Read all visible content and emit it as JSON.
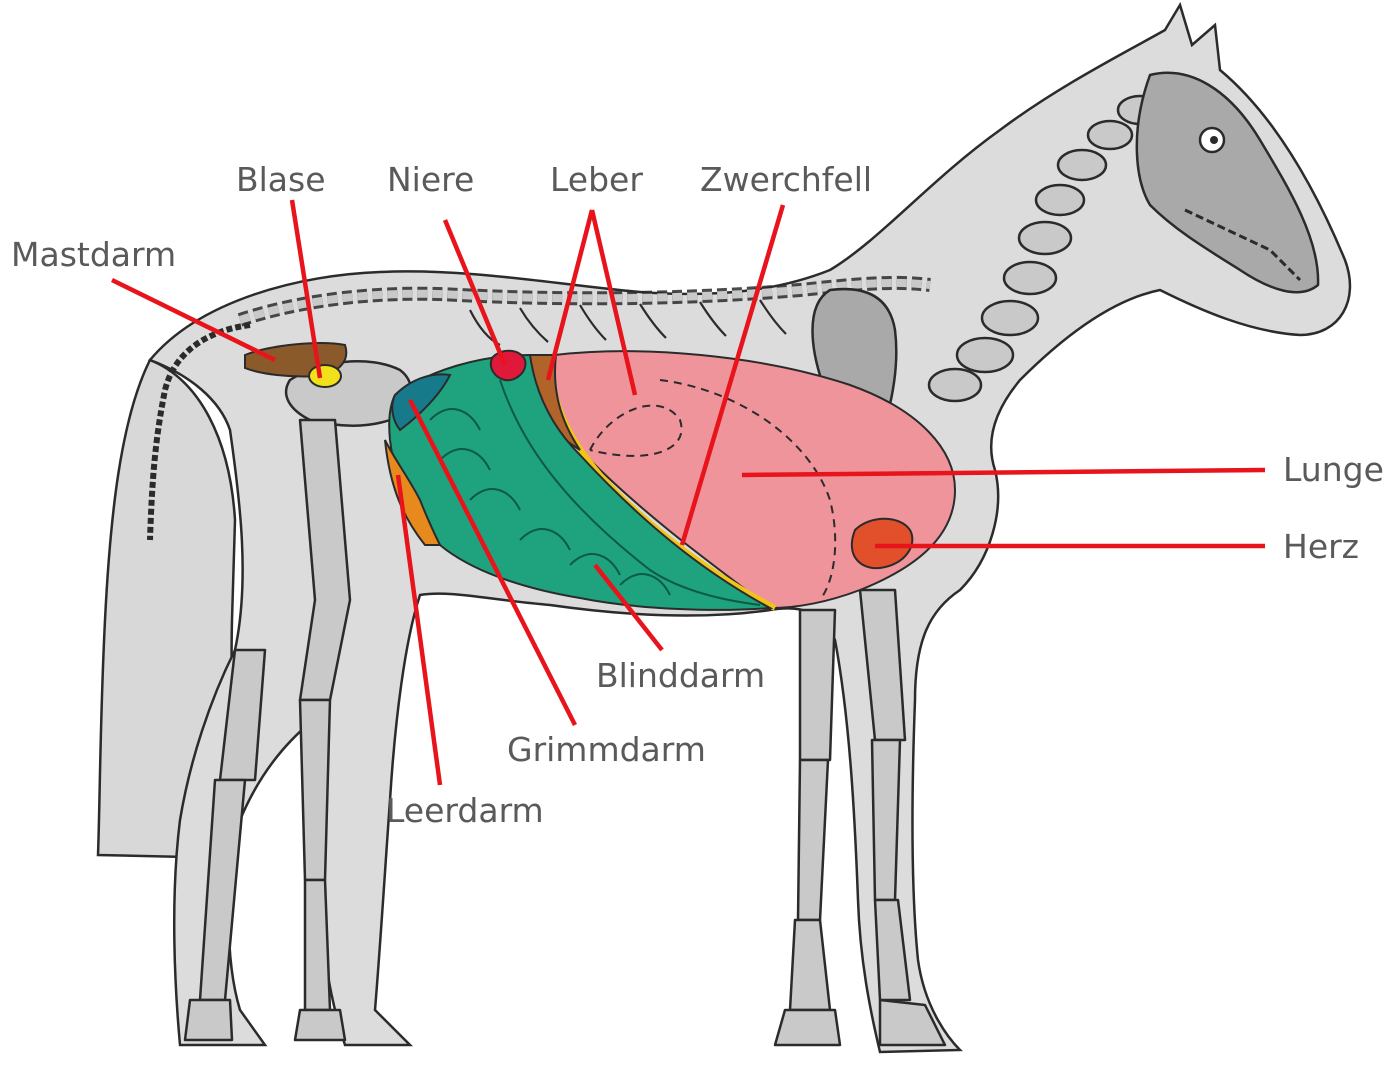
{
  "labels": {
    "mastdarm": "Mastdarm",
    "blase": "Blase",
    "niere": "Niere",
    "leber": "Leber",
    "zwerchfell": "Zwerchfell",
    "lunge": "Lunge",
    "herz": "Herz",
    "blinddarm": "Blinddarm",
    "grimmdarm": "Grimmdarm",
    "leerdarm": "Leerdarm"
  },
  "colors": {
    "body": "#dcdcdc",
    "bone": "#c9c9c9",
    "lung": "#f0949c",
    "heart": "#e24f2b",
    "intestine_green": "#1fa37f",
    "intestine_teal": "#177a8a",
    "leerdarm_orange": "#e8891e",
    "liver_brown": "#b0642a",
    "rectum_brown": "#8b5a2b",
    "bladder_yellow": "#f2e01a",
    "kidney_red": "#e0193a",
    "diaphragm_yellow": "#f0c419",
    "pointer_red": "#e8141b"
  }
}
